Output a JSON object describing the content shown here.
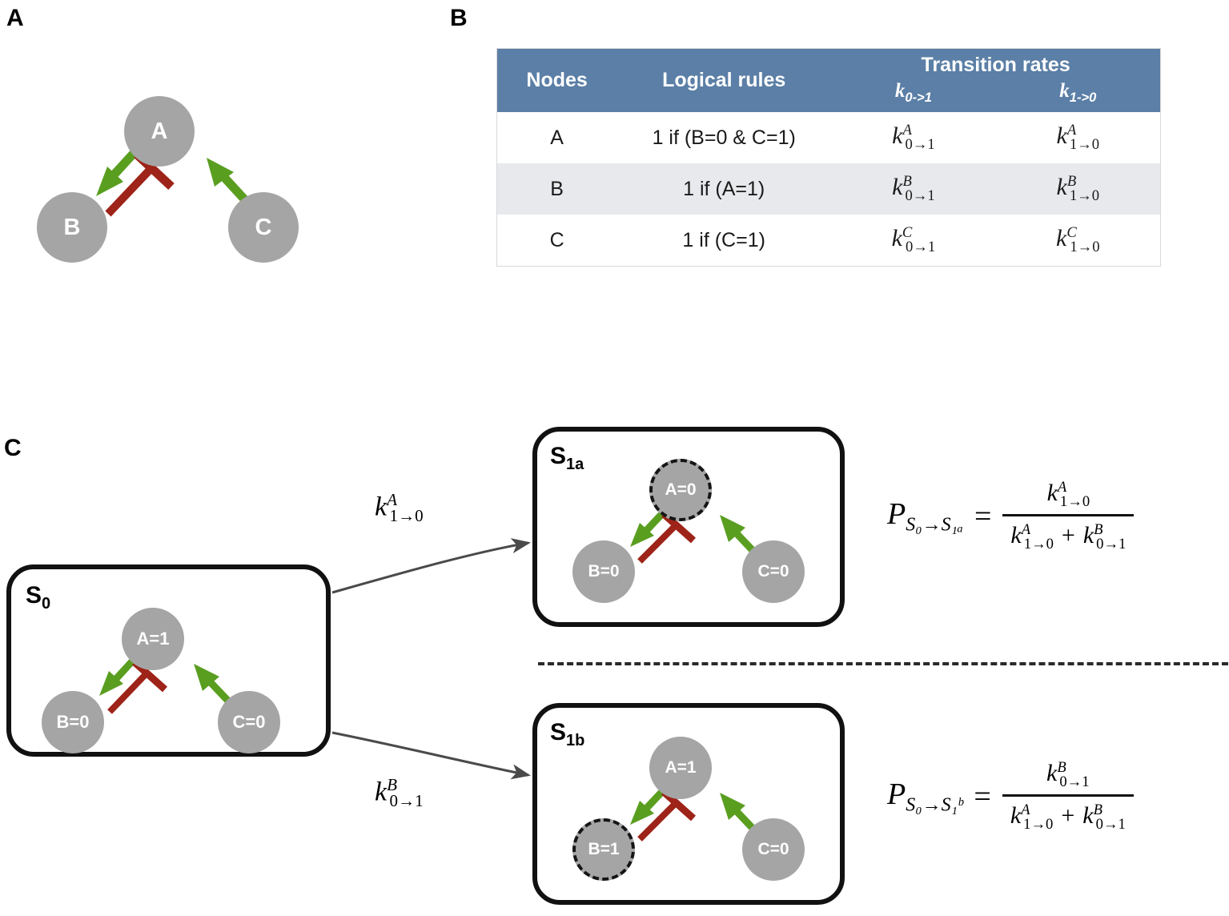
{
  "panels": {
    "a_label": "A",
    "b_label": "B",
    "c_label": "C"
  },
  "network_a": {
    "nodes": [
      {
        "id": "A",
        "label": "A"
      },
      {
        "id": "B",
        "label": "B"
      },
      {
        "id": "C",
        "label": "C"
      }
    ],
    "edges": [
      {
        "from": "A",
        "to": "B",
        "type": "activation",
        "color": "#5a9e20"
      },
      {
        "from": "B",
        "to": "A",
        "type": "inhibition",
        "color": "#9e2318"
      },
      {
        "from": "C",
        "to": "A",
        "type": "activation",
        "color": "#5a9e20"
      }
    ]
  },
  "table": {
    "header": {
      "nodes": "Nodes",
      "logical_rules": "Logical rules",
      "transition_rates": "Transition rates",
      "k_0to1": "k",
      "k_0to1_sub": "0->1",
      "k_1to0": "k",
      "k_1to0_sub": "1->0"
    },
    "rows": [
      {
        "node": "A",
        "rule": "1 if (B=0 & C=1)",
        "k01": {
          "base": "k",
          "sup": "A",
          "sub": "0→1"
        },
        "k10": {
          "base": "k",
          "sup": "A",
          "sub": "1→0"
        }
      },
      {
        "node": "B",
        "rule": "1 if (A=1)",
        "k01": {
          "base": "k",
          "sup": "B",
          "sub": "0→1"
        },
        "k10": {
          "base": "k",
          "sup": "B",
          "sub": "1→0"
        }
      },
      {
        "node": "C",
        "rule": "1 if (C=1)",
        "k01": {
          "base": "k",
          "sup": "C",
          "sub": "0→1"
        },
        "k10": {
          "base": "k",
          "sup": "C",
          "sub": "1→0"
        }
      }
    ],
    "header_color": "#5b7fa6",
    "alt_row_color": "#e7e9ec"
  },
  "panel_c": {
    "state_s0": {
      "tag": "S",
      "tag_sub": "0",
      "nodes": [
        {
          "id": "A",
          "label": "A=1",
          "highlighted": false
        },
        {
          "id": "B",
          "label": "B=0",
          "highlighted": false
        },
        {
          "id": "C",
          "label": "C=0",
          "highlighted": false
        }
      ]
    },
    "state_s1a": {
      "tag": "S",
      "tag_sub": "1a",
      "nodes": [
        {
          "id": "A",
          "label": "A=0",
          "highlighted": true
        },
        {
          "id": "B",
          "label": "B=0",
          "highlighted": false
        },
        {
          "id": "C",
          "label": "C=0",
          "highlighted": false
        }
      ]
    },
    "state_s1b": {
      "tag": "S",
      "tag_sub": "1b",
      "nodes": [
        {
          "id": "A",
          "label": "A=1",
          "highlighted": false
        },
        {
          "id": "B",
          "label": "B=1",
          "highlighted": true
        },
        {
          "id": "C",
          "label": "C=0",
          "highlighted": false
        }
      ]
    },
    "transition_upper": {
      "base": "k",
      "sup": "A",
      "sub": "1→0"
    },
    "transition_lower": {
      "base": "k",
      "sup": "B",
      "sub": "0→1"
    },
    "formula_upper": {
      "p": "P",
      "p_sub": "S₀→S₁ₐ",
      "eq": "=",
      "numerator": {
        "base": "k",
        "sup": "A",
        "sub": "1→0"
      },
      "denominator_left": {
        "base": "k",
        "sup": "A",
        "sub": "1→0"
      },
      "denominator_op": "+",
      "denominator_right": {
        "base": "k",
        "sup": "B",
        "sub": "0→1"
      }
    },
    "formula_lower": {
      "p": "P",
      "p_sub": "S₀→S₁ᵇ",
      "eq": "=",
      "numerator": {
        "base": "k",
        "sup": "B",
        "sub": "0→1"
      },
      "denominator_left": {
        "base": "k",
        "sup": "A",
        "sub": "1→0"
      },
      "denominator_op": "+",
      "denominator_right": {
        "base": "k",
        "sup": "B",
        "sub": "0→1"
      }
    }
  },
  "colors": {
    "node_gray": "#a5a5a5",
    "activation_green": "#5a9e20",
    "inhibition_red": "#9e2318",
    "table_header_blue": "#5b7fa6",
    "box_border": "#111111"
  }
}
